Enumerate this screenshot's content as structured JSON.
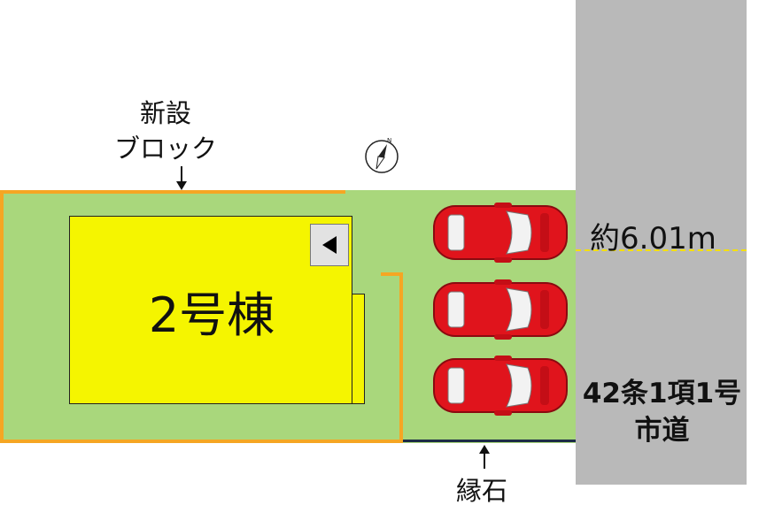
{
  "labels": {
    "new_block": [
      "新設",
      "ブロック"
    ],
    "building": "2号棟",
    "frontage": "約6.01m",
    "road": [
      "42条1項1号",
      "市道"
    ],
    "curb": "縁石"
  },
  "colors": {
    "lot": "#a9d77c",
    "building": "#f5f500",
    "wall": "#f5a623",
    "road": "#b9b9b9",
    "car": "#e0141c",
    "dimension_line": "#f5e000"
  },
  "parking_spaces": 3,
  "icons": [
    "compass-icon",
    "entrance-arrow-icon",
    "arrow-down-icon",
    "arrow-up-icon",
    "car-icon"
  ]
}
